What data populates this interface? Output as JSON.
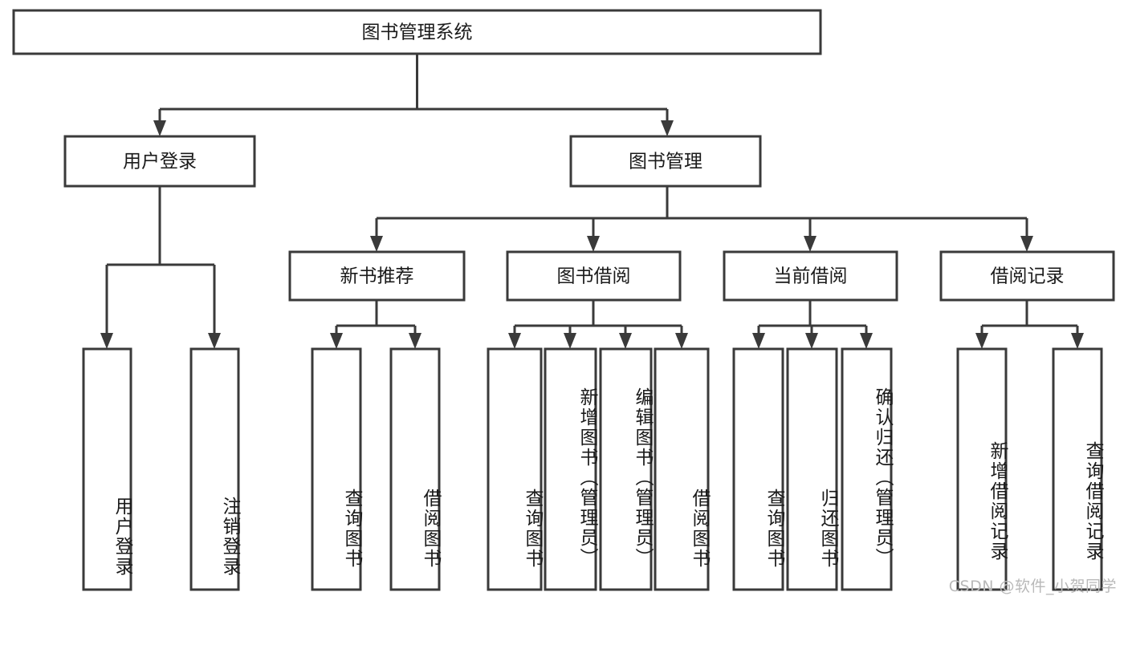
{
  "diagram": {
    "type": "hierarchy-tree",
    "title": "图书管理系统",
    "orientation": "top-down",
    "root": {
      "id": "root",
      "label": "图书管理系统"
    },
    "level2": [
      {
        "id": "user-login",
        "label": "用户登录"
      },
      {
        "id": "book-manage",
        "label": "图书管理"
      }
    ],
    "level3": [
      {
        "id": "new-book-recommend",
        "label": "新书推荐",
        "parent": "book-manage"
      },
      {
        "id": "book-borrow",
        "label": "图书借阅",
        "parent": "book-manage"
      },
      {
        "id": "current-borrow",
        "label": "当前借阅",
        "parent": "book-manage"
      },
      {
        "id": "borrow-record",
        "label": "借阅记录",
        "parent": "book-manage"
      }
    ],
    "leaves": {
      "user-login": [
        {
          "id": "leaf-user-login",
          "label": "用户登录"
        },
        {
          "id": "leaf-logout-login",
          "label": "注销登录"
        }
      ],
      "new-book-recommend": [
        {
          "id": "leaf-query-book-1",
          "label": "查询图书"
        },
        {
          "id": "leaf-borrow-book-1",
          "label": "借阅图书"
        }
      ],
      "book-borrow": [
        {
          "id": "leaf-query-book-2",
          "label": "查询图书"
        },
        {
          "id": "leaf-add-book",
          "label": "新增图书（管理员）"
        },
        {
          "id": "leaf-edit-book",
          "label": "编辑图书（管理员）"
        },
        {
          "id": "leaf-borrow-book-2",
          "label": "借阅图书"
        }
      ],
      "current-borrow": [
        {
          "id": "leaf-query-book-3",
          "label": "查询图书"
        },
        {
          "id": "leaf-return-book",
          "label": "归还图书"
        },
        {
          "id": "leaf-confirm-return",
          "label": "确认归还（管理员）"
        }
      ],
      "borrow-record": [
        {
          "id": "leaf-add-record",
          "label": "新增借阅记录"
        },
        {
          "id": "leaf-query-record",
          "label": "查询借阅记录"
        }
      ]
    }
  },
  "watermark": {
    "text": "CSDN @软件_小贺同学"
  },
  "colors": {
    "stroke": "#3a3a3a",
    "box_fill": "#ffffff",
    "text": "#1a1a1a",
    "background": "#ffffff",
    "watermark": "#b9b9b9"
  }
}
